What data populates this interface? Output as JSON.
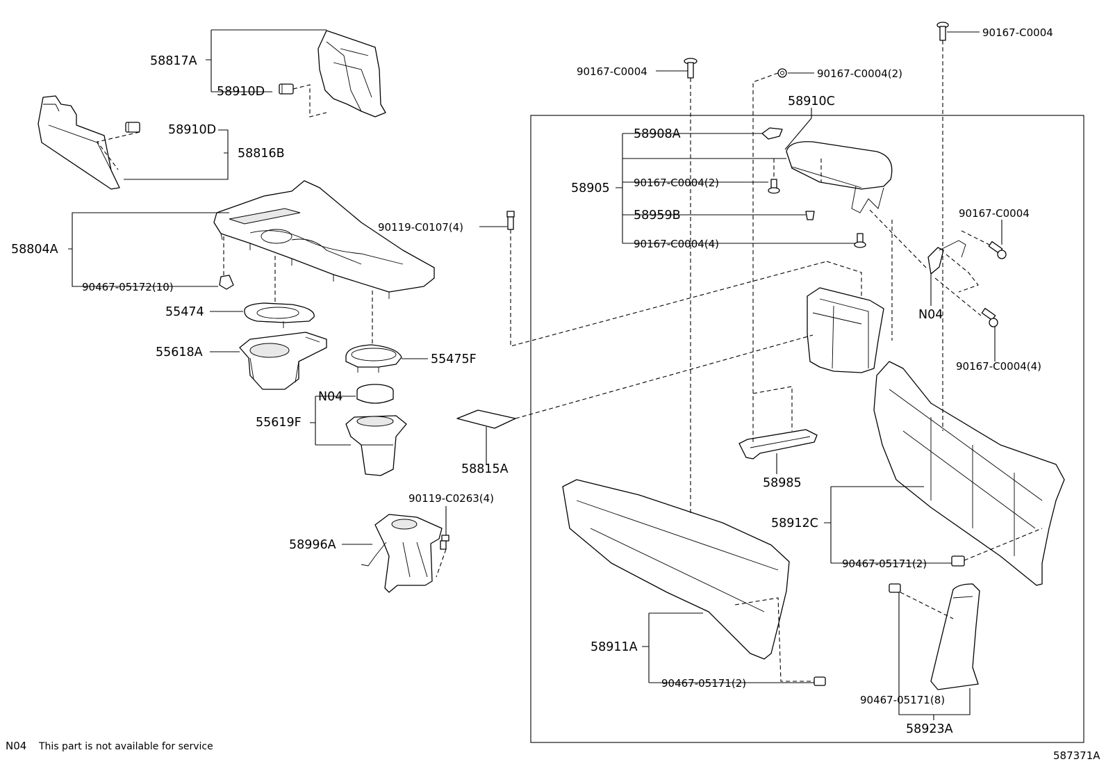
{
  "diagram_id": "587371A",
  "footnote": {
    "code": "N04",
    "text": "This part is not available for service"
  },
  "labels": {
    "p58817A": "58817A",
    "p58910D_top": "58910D",
    "p58910D_mid": "58910D",
    "p58816B": "58816B",
    "p58804A": "58804A",
    "p90467_05172": "90467-05172(10)",
    "p55474": "55474",
    "p55618A": "55618A",
    "p55475F": "55475F",
    "p90119_C0107": "90119-C0107(4)",
    "pN04_left": "N04",
    "p55619F": "55619F",
    "p58815A": "58815A",
    "p90119_C0263": "90119-C0263(4)",
    "p58996A": "58996A",
    "p90167_C0004_a": "90167-C0004",
    "p90167_C0004_2_top": "90167-C0004(2)",
    "p90167_C0004_right_top": "90167-C0004",
    "p58910C": "58910C",
    "p58908A": "58908A",
    "p58905": "58905",
    "p90167_C0004_2_inner": "90167-C0004(2)",
    "p58959B": "58959B",
    "p90167_C0004_4_inner": "90167-C0004(4)",
    "p90167_C0004_right_mid": "90167-C0004",
    "pN04_right": "N04",
    "p90167_C0004_4_right": "90167-C0004(4)",
    "p58985": "58985",
    "p58912C": "58912C",
    "p90467_05171_2_right": "90467-05171(2)",
    "p58911A": "58911A",
    "p90467_05171_2_bottom": "90467-05171(2)",
    "p90467_05171_8": "90467-05171(8)",
    "p58923A": "58923A"
  }
}
